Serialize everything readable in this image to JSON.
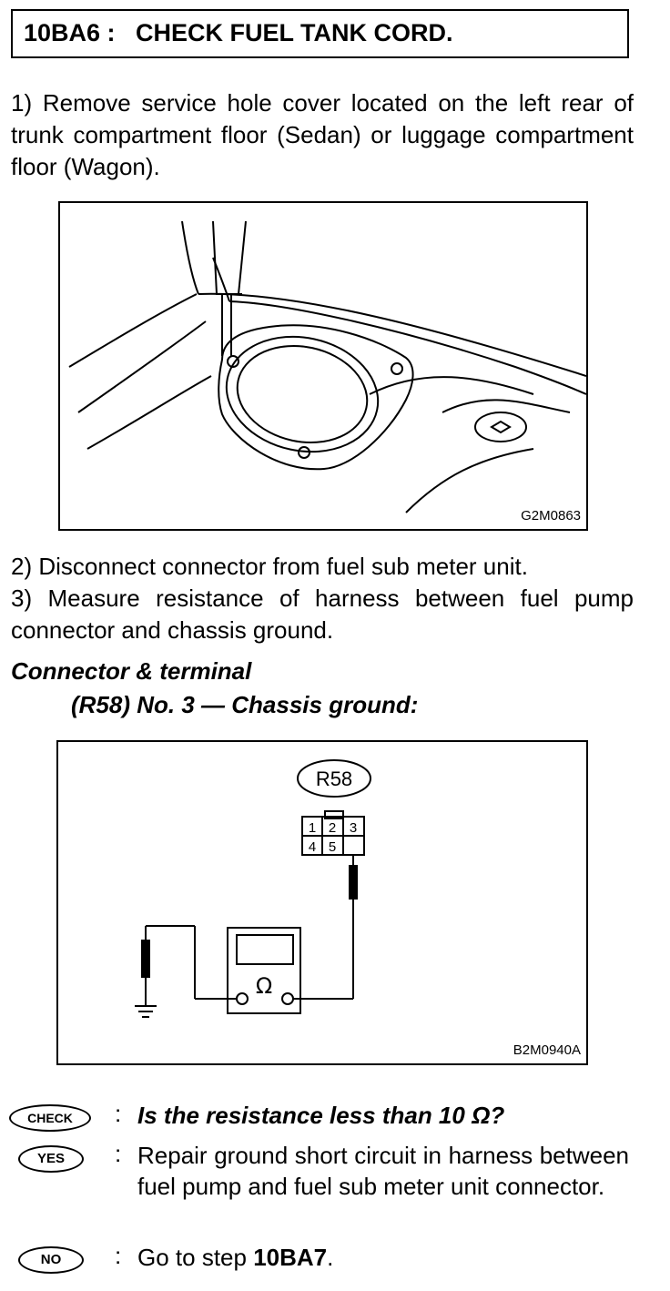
{
  "title": "10BA6 :   CHECK FUEL TANK CORD.",
  "steps": {
    "step1": "1) Remove service hole cover located on the left rear of trunk compartment floor (Sedan) or luggage compartment floor (Wagon).",
    "step2": "2) Disconnect connector from fuel sub meter unit.",
    "step3": "3) Measure resistance of harness between fuel pump connector and chassis ground."
  },
  "figure1": {
    "code": "G2M0863"
  },
  "spec": {
    "heading": "Connector & terminal",
    "value": "(R58) No. 3 — Chassis ground:"
  },
  "figure2": {
    "code": "B2M0940A",
    "connector_label": "R58",
    "pins": [
      "1",
      "2",
      "3",
      "4",
      "5"
    ],
    "meter_symbol": "Ω"
  },
  "result": {
    "check_label": "CHECK",
    "check_text": "Is the resistance less than 10 Ω?",
    "yes_label": "YES",
    "yes_text": "Repair ground short circuit in harness between fuel pump and fuel sub meter unit connector.",
    "no_label": "NO",
    "no_text_prefix": "Go to step ",
    "no_step": "10BA7",
    "no_text_suffix": "."
  }
}
